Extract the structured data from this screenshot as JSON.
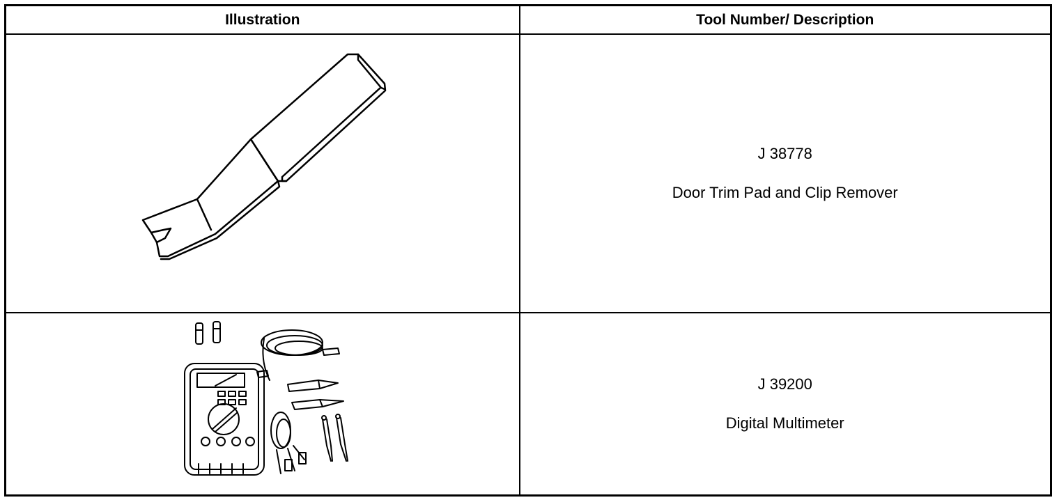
{
  "table": {
    "headers": [
      "Illustration",
      "Tool Number/ Description"
    ],
    "rows": [
      {
        "tool_number": "J 38778",
        "description": "Door Trim Pad and Clip Remover",
        "icon": "trim-pad-remover-icon"
      },
      {
        "tool_number": "J 39200",
        "description": "Digital Multimeter",
        "icon": "digital-multimeter-icon"
      }
    ]
  }
}
